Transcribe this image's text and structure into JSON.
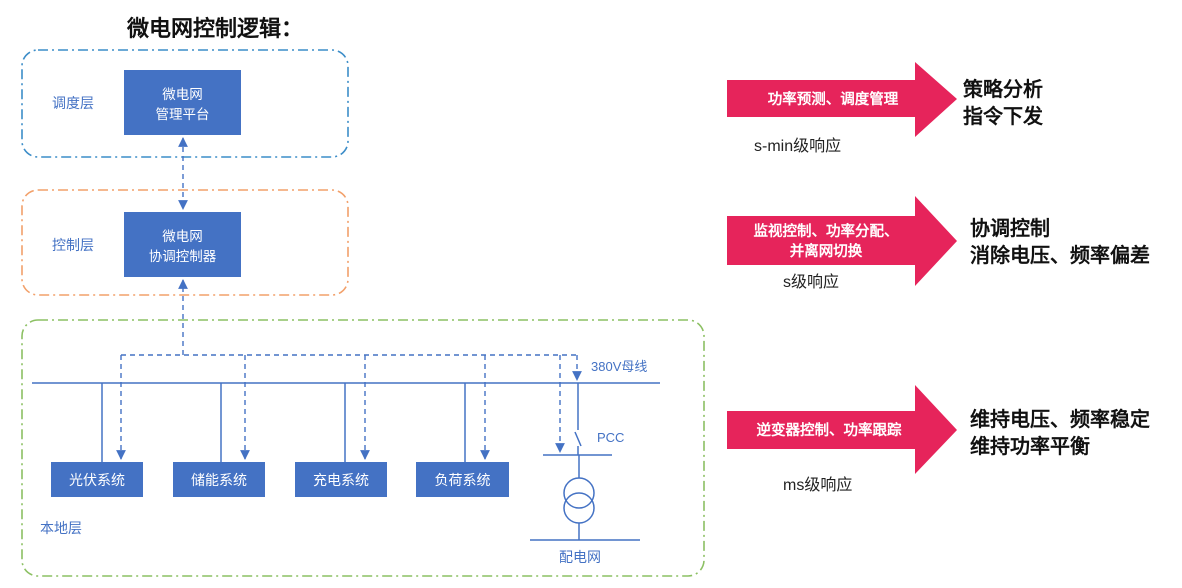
{
  "title": "微电网控制逻辑：",
  "layers": {
    "dispatch": {
      "label": "调度层",
      "box": [
        "微电网",
        "管理平台"
      ]
    },
    "control": {
      "label": "控制层",
      "box": [
        "微电网",
        "协调控制器"
      ]
    },
    "local": {
      "label": "本地层"
    }
  },
  "bus_label": "380V母线",
  "pcc_label": "PCC",
  "grid_label": "配电网",
  "systems": [
    "光伏系统",
    "储能系统",
    "充电系统",
    "负荷系统"
  ],
  "tiers": [
    {
      "arrow_lines": [
        "功率预测、调度管理"
      ],
      "response": "s-min级响应",
      "result": [
        "策略分析",
        "指令下发"
      ]
    },
    {
      "arrow_lines": [
        "监视控制、功率分配、",
        "并离网切换"
      ],
      "response": "s级响应",
      "result": [
        "协调控制",
        "消除电压、频率偏差"
      ]
    },
    {
      "arrow_lines": [
        "逆变器控制、功率跟踪"
      ],
      "response": "ms级响应",
      "result": [
        "维持电压、频率稳定",
        "维持功率平衡"
      ]
    }
  ],
  "colors": {
    "box_fill": "#4472C4",
    "line": "#4472C4",
    "dispatch_outline": "#3C8DC8",
    "control_outline": "#F2A06A",
    "local_outline": "#8CC063",
    "arrow_fill": "#E6245B"
  }
}
